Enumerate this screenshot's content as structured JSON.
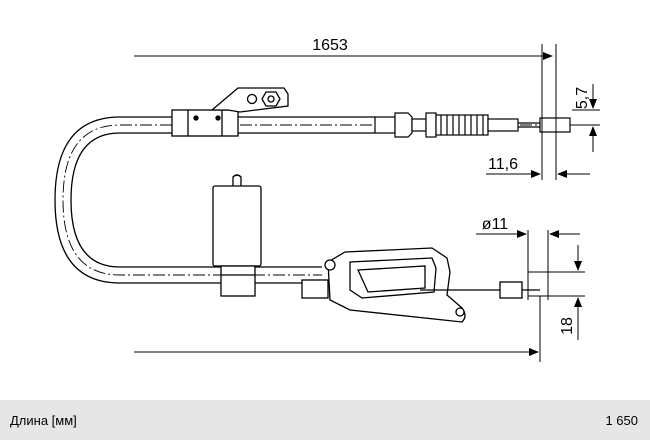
{
  "dimensions": {
    "total_length": "1653",
    "end_offset": "5,7",
    "ferrule_length": "11,6",
    "diameter": "ø11",
    "bracket_height": "18"
  },
  "footer": {
    "label": "Длина [мм]",
    "value": "1 650"
  }
}
